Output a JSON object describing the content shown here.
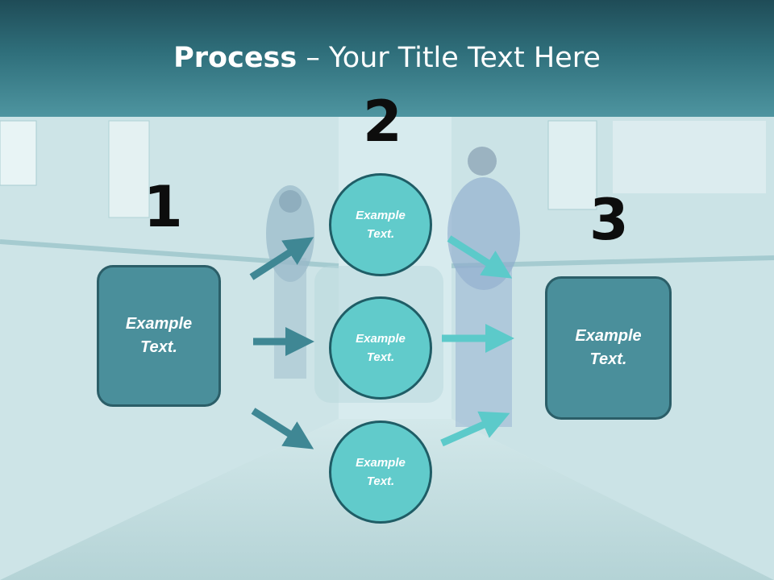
{
  "header": {
    "title_bold": "Process",
    "title_rest": " – Your Title Text Here"
  },
  "steps": {
    "one": "1",
    "two": "2",
    "three": "3"
  },
  "left_box": {
    "text": "Example Text."
  },
  "right_box": {
    "text": "Example Text."
  },
  "circles": [
    {
      "text": "Example Text."
    },
    {
      "text": "Example Text."
    },
    {
      "text": "Example Text."
    }
  ],
  "colors": {
    "header_dark": "#1f4c57",
    "box_fill": "#4a8f9b",
    "circle_fill": "#61cbcb",
    "arrow_left": "#3f8794",
    "arrow_right": "#5ccaca"
  }
}
